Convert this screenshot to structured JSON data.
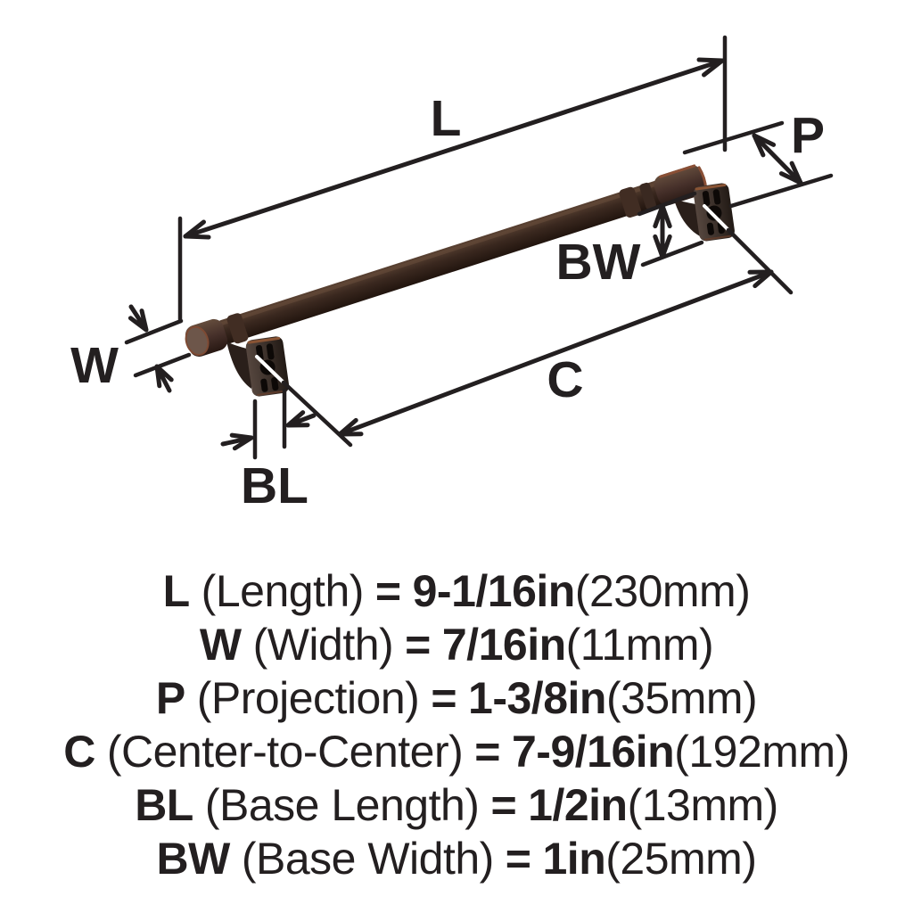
{
  "specs": [
    {
      "sym": "L",
      "name": "(Length)",
      "eq": "=",
      "val": "9-1/16in",
      "metric": "(230mm)"
    },
    {
      "sym": "W",
      "name": "(Width)",
      "eq": "=",
      "val": "7/16in",
      "metric": "(11mm)"
    },
    {
      "sym": "P",
      "name": "(Projection)",
      "eq": "=",
      "val": "1-3/8in",
      "metric": "(35mm)"
    },
    {
      "sym": "C",
      "name": "(Center-to-Center)",
      "eq": "=",
      "val": "7-9/16in",
      "metric": "(192mm)"
    },
    {
      "sym": "BL",
      "name": "(Base Length)",
      "eq": "=",
      "val": "1/2in",
      "metric": "(13mm)"
    },
    {
      "sym": "BW",
      "name": "(Base Width)",
      "eq": "=",
      "val": "1in",
      "metric": "(25mm)"
    }
  ],
  "colors": {
    "line": "#231f20",
    "bronze_dark": "#1e120c",
    "bronze_mid": "#3a281f",
    "bronze_light": "#5f4636",
    "copper_accent": "#8a4f35",
    "cap_face": "#6d564a",
    "background": "#ffffff"
  }
}
